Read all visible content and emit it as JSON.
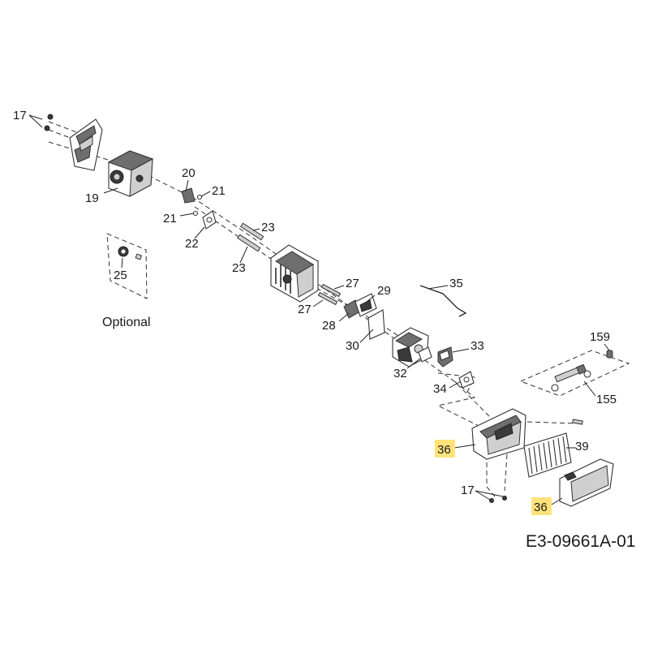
{
  "diagram": {
    "diagram_id": "E3-09661A-01",
    "optional_label": "Optional",
    "highlight_color": "#ffe27a",
    "callouts": {
      "c17a": "17",
      "c19": "19",
      "c20": "20",
      "c21a": "21",
      "c21b": "21",
      "c22": "22",
      "c23a": "23",
      "c23b": "23",
      "c25": "25",
      "c27a": "27",
      "c27b": "27",
      "c28": "28",
      "c29": "29",
      "c30": "30",
      "c32": "32",
      "c33": "33",
      "c34": "34",
      "c35": "35",
      "c159": "159",
      "c155": "155",
      "c36a": "36",
      "c39": "39",
      "c17b": "17",
      "c36b": "36"
    }
  }
}
